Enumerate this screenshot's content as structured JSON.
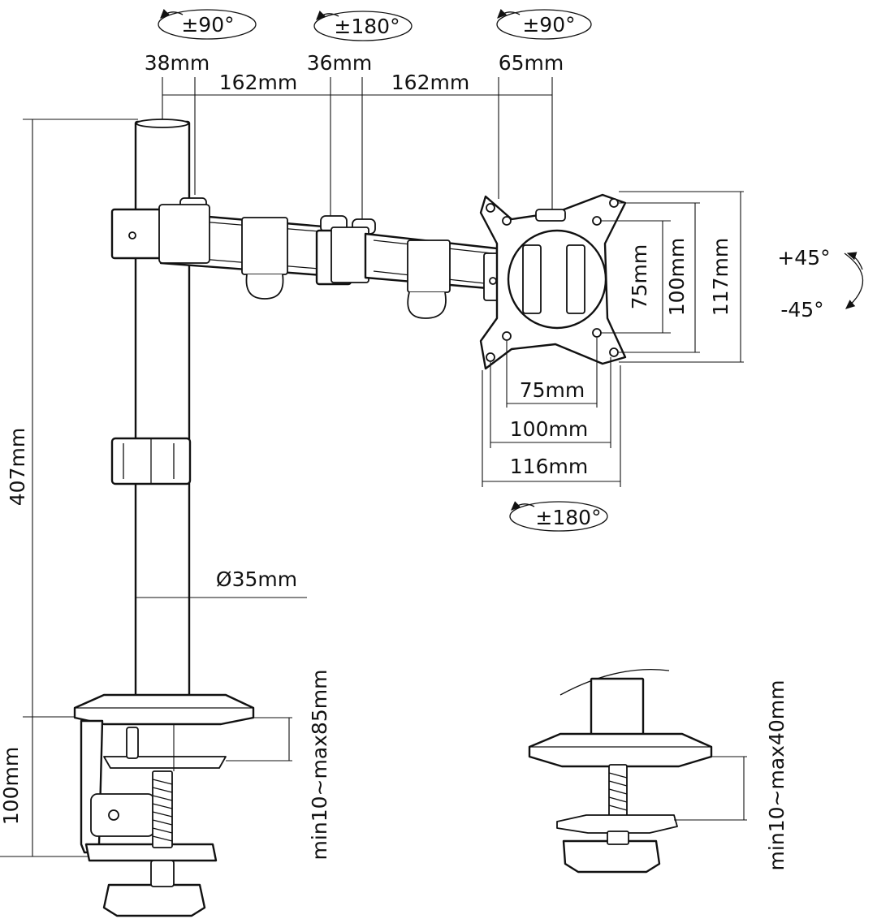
{
  "rotation": {
    "arm_left": "±90°",
    "arm_middle": "±180°",
    "head_right": "±90°",
    "vesa_rotate": "±180°",
    "tilt_up": "+45°",
    "tilt_down": "-45°"
  },
  "arm_dims": {
    "pole_offset": "38mm",
    "joint_width": "36mm",
    "head_offset": "65mm",
    "segment_1": "162mm",
    "segment_2": "162mm"
  },
  "vesa_dims": {
    "v75": "75mm",
    "v100": "100mm",
    "v117": "117mm",
    "h75": "75mm",
    "h100": "100mm",
    "h116": "116mm"
  },
  "pole_dims": {
    "height": "407mm",
    "diameter": "Ø35mm"
  },
  "clamp_dims": {
    "base_height": "100mm",
    "c_clamp_range": "min10~max85mm",
    "grommet_range": "min10~max40mm"
  }
}
